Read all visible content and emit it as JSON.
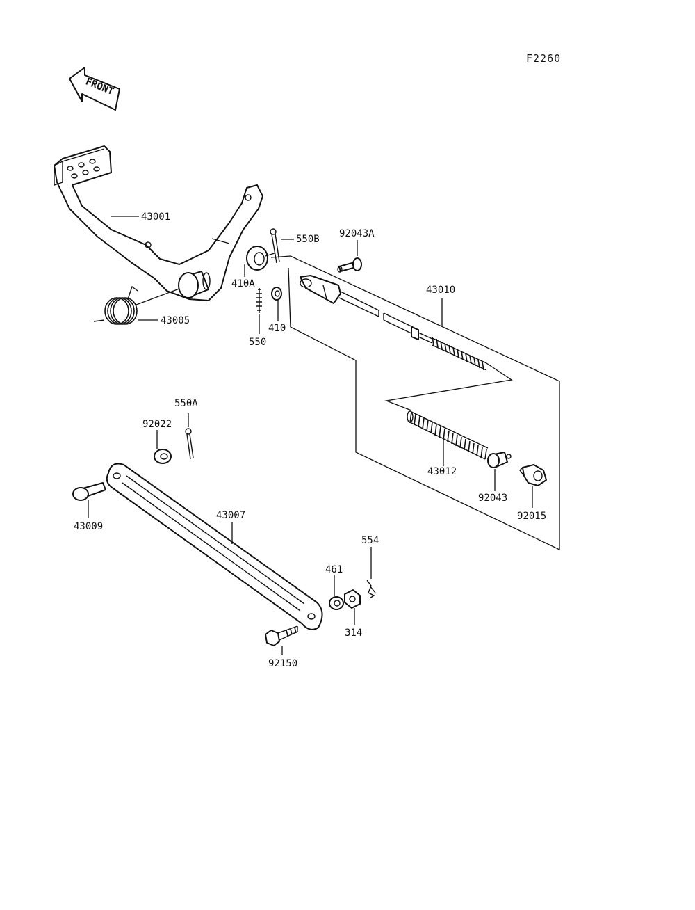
{
  "diagram": {
    "code": "F2260",
    "front_label": "FRONT",
    "parts": {
      "p43001": "43001",
      "p43005": "43005",
      "p550B": "550B",
      "p410A": "410A",
      "p550": "550",
      "p410": "410",
      "p92043A": "92043A",
      "p43010": "43010",
      "p43012": "43012",
      "p92043": "92043",
      "p92015": "92015",
      "p550A": "550A",
      "p92022": "92022",
      "p43009": "43009",
      "p43007": "43007",
      "p554": "554",
      "p461": "461",
      "p314": "314",
      "p92150": "92150"
    }
  }
}
